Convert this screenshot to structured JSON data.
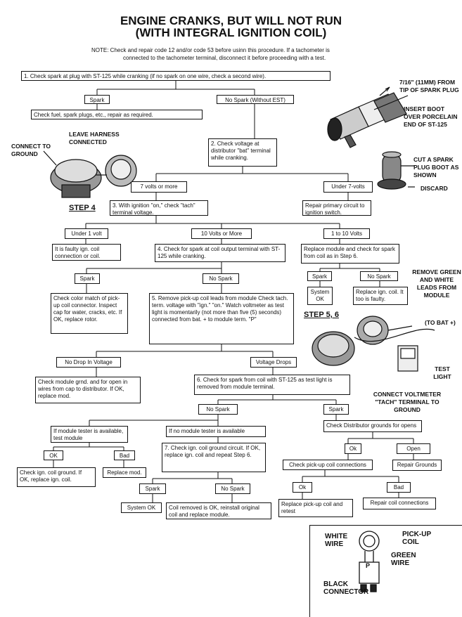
{
  "title": {
    "line1": "ENGINE CRANKS, BUT WILL NOT RUN",
    "line2": "(WITH INTEGRAL IGNITION COIL)"
  },
  "note": {
    "line1": "NOTE:  Check and repair code 12 and/or code 53 before usinn this procedure.  If a tachometer is",
    "line2": "connected to the tachometer terminal, disconnect it before proceeding with a test."
  },
  "flow": {
    "b1": "1.  Check spark at plug with ST-125 while cranking (if no spark on one wire, check a second wire).",
    "spark1": "Spark",
    "nospark1": "No Spark (Without EST)",
    "fuel": "Check fuel, spark plugs, etc., repair as required.",
    "b2": "2.  Check voltage at distributor \"bat\" terminal while cranking.",
    "v7": "7 volts or more",
    "under7": "Under 7-volts",
    "b3": "3.  With ignition \"on,\" check \"tach\" terminal voltage.",
    "repair_primary": "Repair primary circuit to ignition switch.",
    "under1": "Under 1 volt",
    "v10": "10 Volts or More",
    "v1to10": "1 to 10 Volts",
    "faulty_coil": "It is faulty ign. coil connection or coil.",
    "b4": "4.  Check for spark at coil output terminal with ST-125 while cranking.",
    "replace_module": "Replace module and check for spark from coil as in Step 6.",
    "spark4": "Spark",
    "nospark4": "No Spark",
    "spark_r": "Spark",
    "nospark_r": "No Spark",
    "color_match": "Check color match of pick-up coil connector. Inspect cap for water, cracks, etc. If OK, replace rotor.",
    "b5": "5.  Remove pick-up coil leads from module Check tach. term. voltage with \"ign.\" \"on.\"  Watch voltmeter as test light is momentarily (not more than five (5) seconds) connected from bat. + to module term. \"P\"",
    "system_ok_r": "System OK",
    "replace_coil_r": "Replace ign. coil. It too is faulty.",
    "no_drop": "No Drop In Voltage",
    "v_drops": "Voltage Drops",
    "check_grnd": "Check module grnd. and for open in wires from cap to distributor.  If OK, replace mod.",
    "b6": "6.  Check for spark from coil with ST-125 as test light is removed from module terminal.",
    "nospark6": "No Spark",
    "spark6": "Spark",
    "if_tester": "If module tester is available, test module",
    "if_no_tester": "If no module tester is available",
    "check_dist": "Check Distributor grounds for opens",
    "ok_a": "OK",
    "bad_a": "Bad",
    "b7": "7.  Check ign. coil ground circuit. If OK, replace ign. coil and repeat Step 6.",
    "ok_b": "Ok",
    "open_b": "Open",
    "check_ign_ground": "Check ign. coil ground. If OK, replace ign. coil.",
    "replace_mod": "Replace mod.",
    "check_pickup": "Check pick-up coil connections",
    "repair_grounds": "Repair Grounds",
    "spark7": "Spark",
    "nospark7": "No Spark",
    "ok_c": "Ok",
    "bad_c": "Bad",
    "system_ok7": "System OK",
    "coil_removed": "Coil removed is OK, reinstall original coil and replace module.",
    "replace_pickup": "Replace pick-up coil and retest",
    "repair_coil_conn": "Repair coil connections"
  },
  "labels": {
    "tip": "7/16\" (11MM) FROM TIP OF SPARK PLUG",
    "insert_boot": "INSERT BOOT OVER PORCELAIN END OF ST-125",
    "cut_boot": "CUT A SPARK PLUG BOOT AS SHOWN",
    "discard": "DISCARD",
    "leave_harness": "LEAVE HARNESS CONNECTED",
    "connect_ground": "CONNECT TO GROUND",
    "step4": "STEP 4",
    "remove_leads": "REMOVE GREEN AND WHITE LEADS FROM MODULE",
    "to_bat": "(TO BAT +)",
    "step56": "STEP 5, 6",
    "test_light": "TEST LIGHT",
    "connect_voltmeter": "CONNECT VOLTMETER \"TACH\" TERMINAL TO GROUND",
    "white_wire": "WHITE WIRE",
    "pickup_coil": "PICK-UP COIL",
    "green_wire": "GREEN WIRE",
    "black_connector": "BLACK CONNECTOR",
    "p": "P"
  }
}
